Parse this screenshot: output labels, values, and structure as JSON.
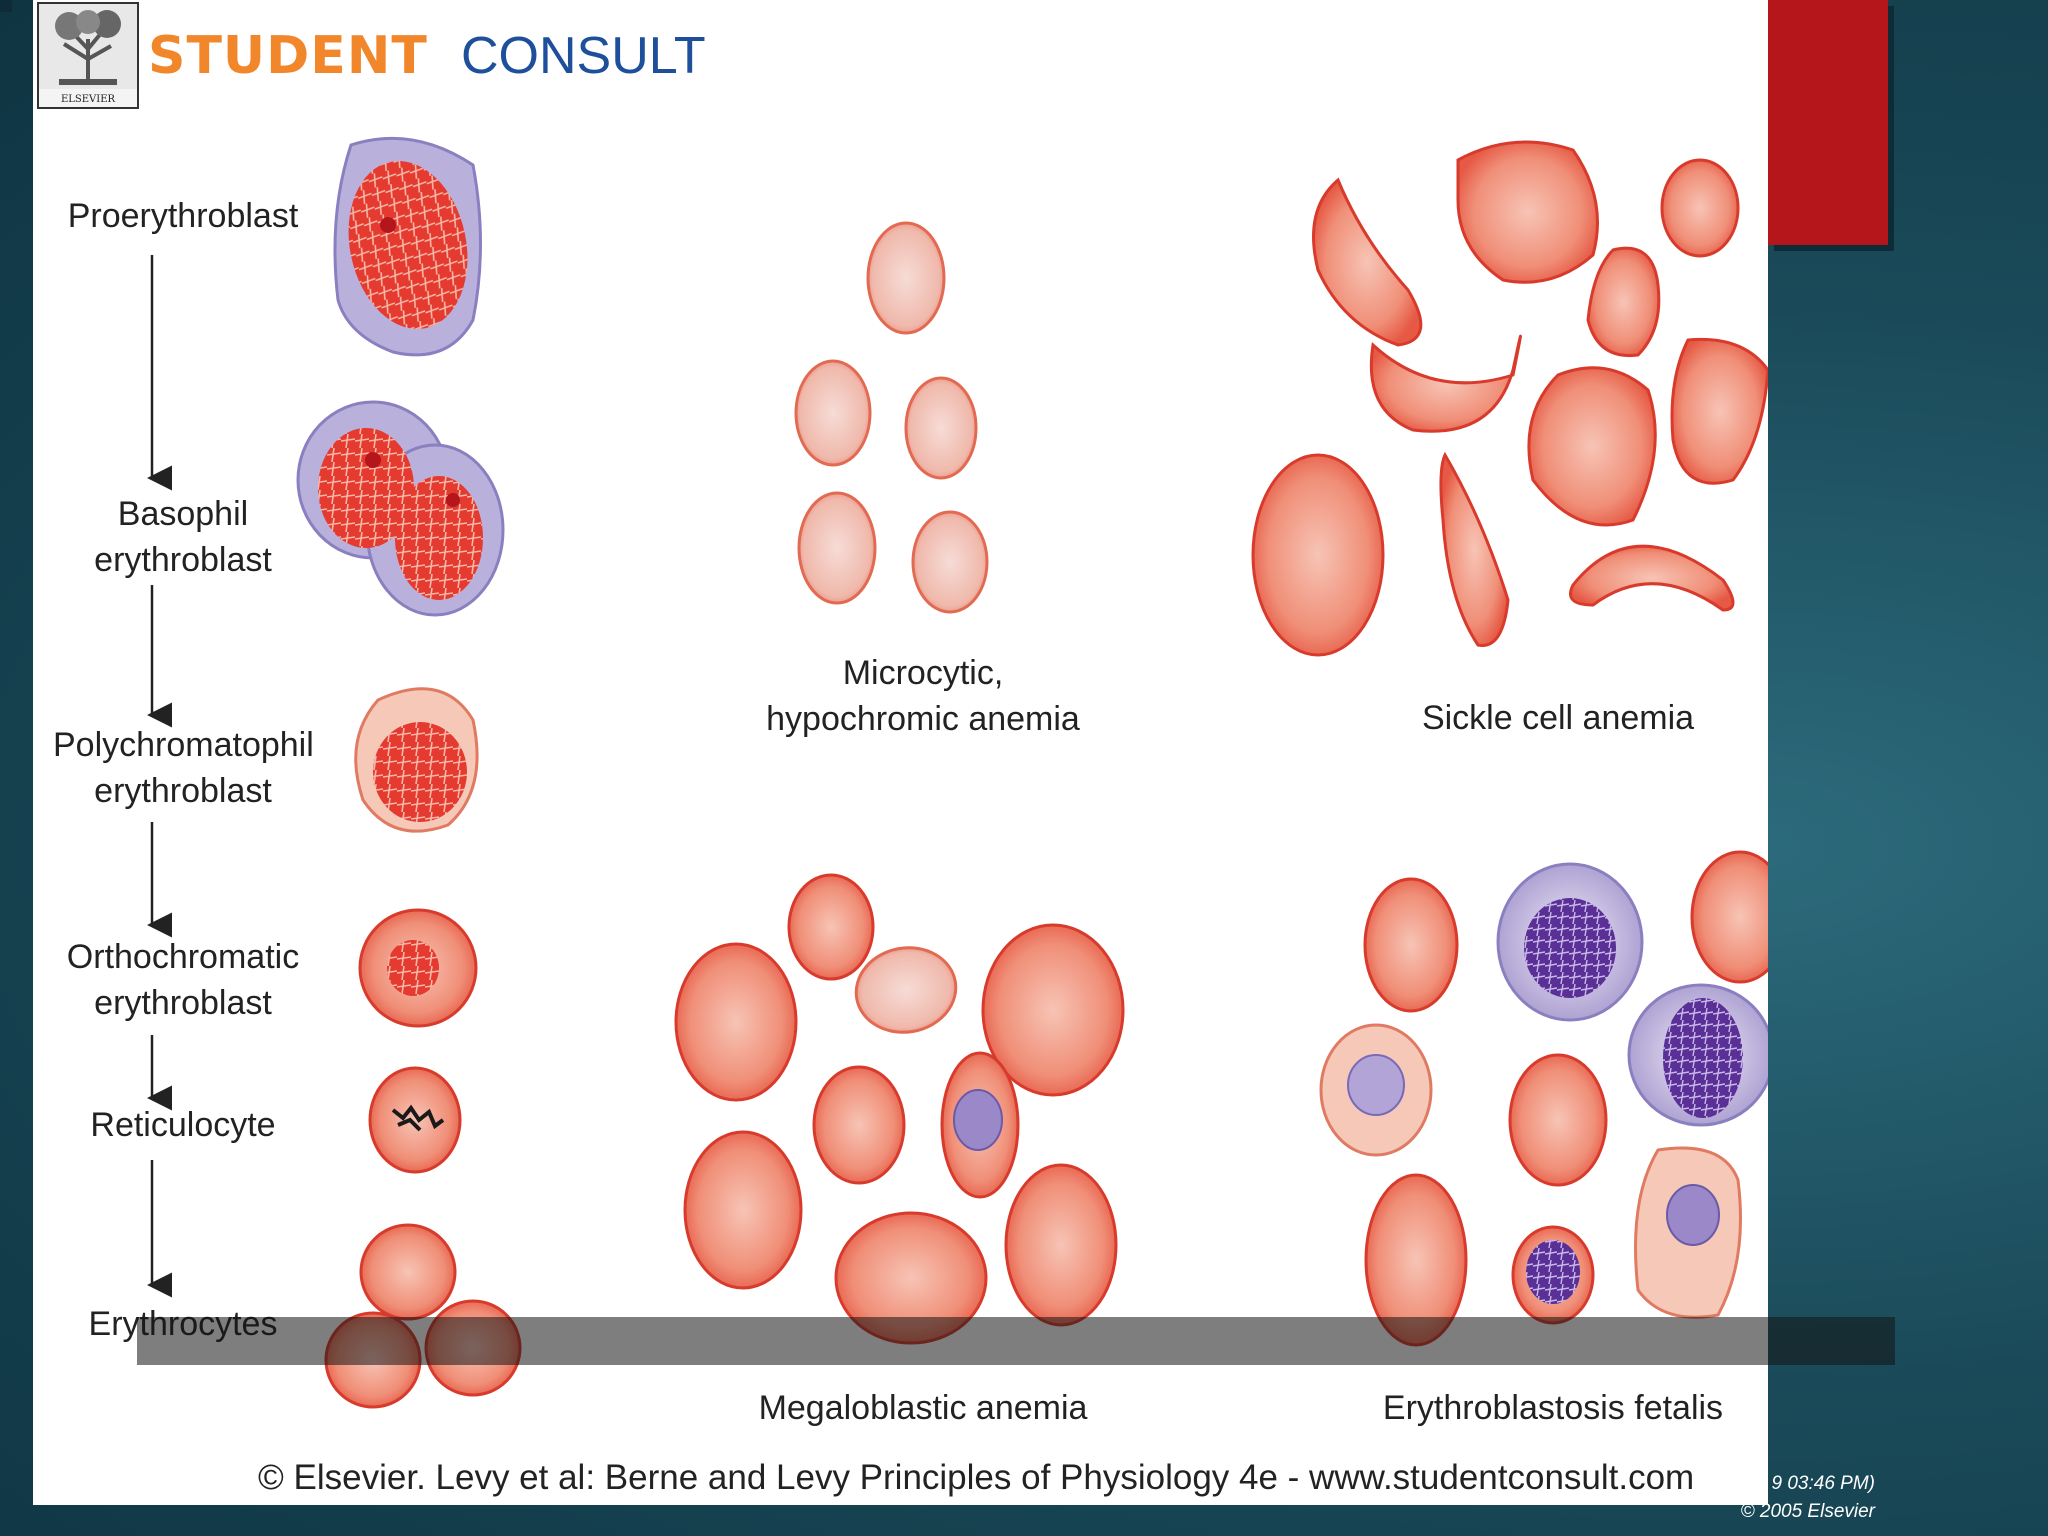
{
  "brand": {
    "logo_text": "ELSEVIER",
    "name_a": "STUDENT",
    "name_b": "CONSULT"
  },
  "stages": [
    "Proerythroblast",
    "Basophil\nerythroblast",
    "Polychromatophil\nerythroblast",
    "Orthochromatic\nerythroblast",
    "Reticulocyte",
    "Erythrocytes"
  ],
  "panels": {
    "microcytic": "Microcytic,\nhypochromic anemia",
    "sickle": "Sickle cell anemia",
    "megaloblastic": "Megaloblastic anemia",
    "fetalis": "Erythroblastosis fetalis"
  },
  "credit": "© Elsevier. Levy et al: Berne and Levy Principles of Physiology 4e - www.studentconsult.com",
  "stamp": {
    "time": "9 03:46 PM)",
    "copyright": "© 2005 Elsevier"
  },
  "colors": {
    "accent": "#b5161b",
    "brand_orange": "#f2862b",
    "brand_blue": "#1e4f9a",
    "cell_red": "#e8483a",
    "nucleus_purple": "#6b3fa0"
  }
}
